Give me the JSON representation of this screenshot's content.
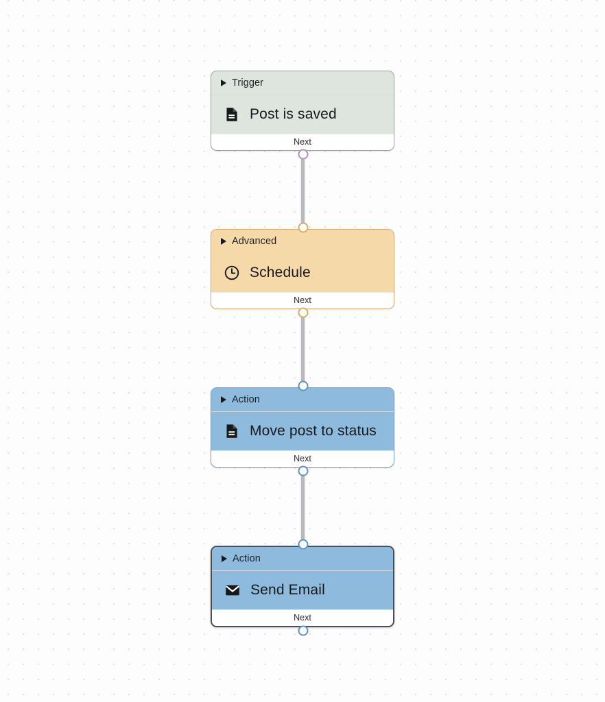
{
  "canvas": {
    "grid": "dotted",
    "background_color": "#fdfdfd",
    "dot_color": "#e3e1e6"
  },
  "flow": {
    "footer_label": "Next",
    "nodes": [
      {
        "id": "trigger-post-is-saved",
        "category": "Trigger",
        "title": "Post is saved",
        "icon": "document-icon",
        "accent_color": "#dde5de",
        "port_color": "#b48cc4",
        "selected": false,
        "footer_label": "Next"
      },
      {
        "id": "advanced-schedule",
        "category": "Advanced",
        "title": "Schedule",
        "icon": "clock-icon",
        "accent_color": "#f5d9a8",
        "port_color": "#d9ab63",
        "selected": false,
        "footer_label": "Next"
      },
      {
        "id": "action-move-post-to-status",
        "category": "Action",
        "title": "Move post to status",
        "icon": "document-icon",
        "accent_color": "#8ebadd",
        "port_color": "#5d93c0",
        "selected": false,
        "footer_label": "Next"
      },
      {
        "id": "action-send-email",
        "category": "Action",
        "title": "Send Email",
        "icon": "envelope-icon",
        "accent_color": "#8ebadd",
        "port_color": "#5d93c0",
        "selected": true,
        "footer_label": "Next"
      }
    ],
    "edges": [
      {
        "from": "trigger-post-is-saved",
        "to": "advanced-schedule"
      },
      {
        "from": "advanced-schedule",
        "to": "action-move-post-to-status"
      },
      {
        "from": "action-move-post-to-status",
        "to": "action-send-email"
      }
    ]
  }
}
